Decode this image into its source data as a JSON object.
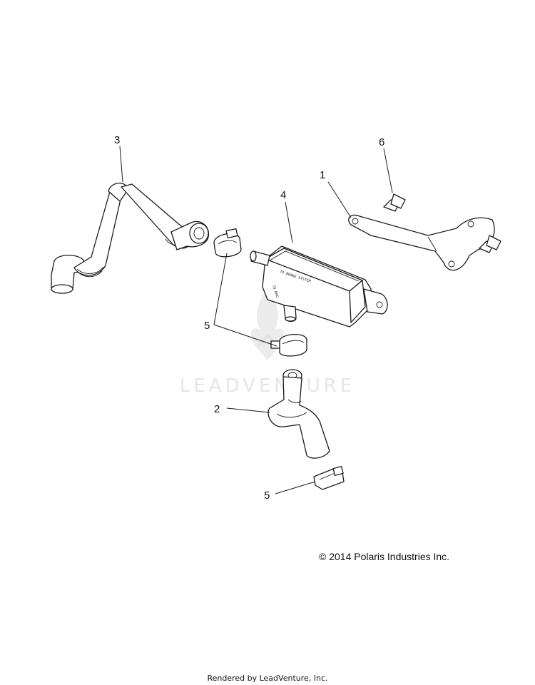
{
  "watermark": {
    "text": "LEADVENTURE"
  },
  "callouts": [
    {
      "id": "1",
      "label": "1"
    },
    {
      "id": "2",
      "label": "2"
    },
    {
      "id": "3",
      "label": "3"
    },
    {
      "id": "4",
      "label": "4"
    },
    {
      "id": "5a",
      "label": "5"
    },
    {
      "id": "5b",
      "label": "5"
    },
    {
      "id": "6",
      "label": "6"
    }
  ],
  "reservoir_text": {
    "line1": "TO BRAKE SYSTEM",
    "line2": "TO BAG"
  },
  "copyright": "© 2014 Polaris Industries Inc.",
  "footer": "Rendered by LeadVenture, Inc."
}
